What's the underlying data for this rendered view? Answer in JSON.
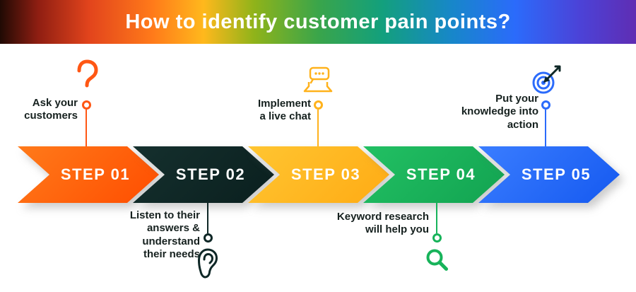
{
  "header": {
    "title": "How to identify customer pain points?",
    "gradient_colors": [
      "#200a04",
      "#e2441c",
      "#ffb81c",
      "#3aa54a",
      "#13a07c",
      "#2b6bfb",
      "#5f2db3"
    ]
  },
  "steps": [
    {
      "label": "STEP 01",
      "color": "#ff5714",
      "note": "Ask your\ncustomers",
      "note_position": "above",
      "icon": "question-mark-icon"
    },
    {
      "label": "STEP 02",
      "color": "#0e2726",
      "note": "Listen to their\nanswers & understand\ntheir needs",
      "note_position": "below",
      "icon": "ear-icon"
    },
    {
      "label": "STEP 03",
      "color": "#ffb21c",
      "note": "Implement\na live chat",
      "note_position": "above",
      "icon": "live-chat-icon"
    },
    {
      "label": "STEP 04",
      "color": "#17b35a",
      "note": "Keyword research\nwill help you",
      "note_position": "below",
      "icon": "search-icon"
    },
    {
      "label": "STEP 05",
      "color": "#2b6bfb",
      "note": "Put your\nknowledge into\naction",
      "note_position": "above",
      "icon": "target-icon"
    }
  ]
}
